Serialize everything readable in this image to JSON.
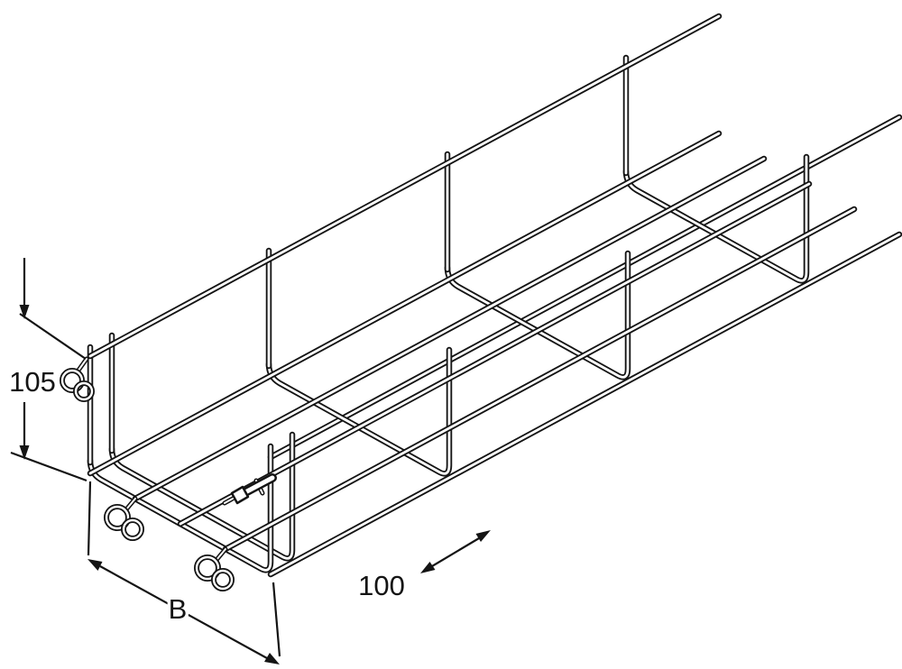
{
  "dimensions": {
    "height_label": "105",
    "width_label": "B",
    "pitch_label": "100"
  }
}
